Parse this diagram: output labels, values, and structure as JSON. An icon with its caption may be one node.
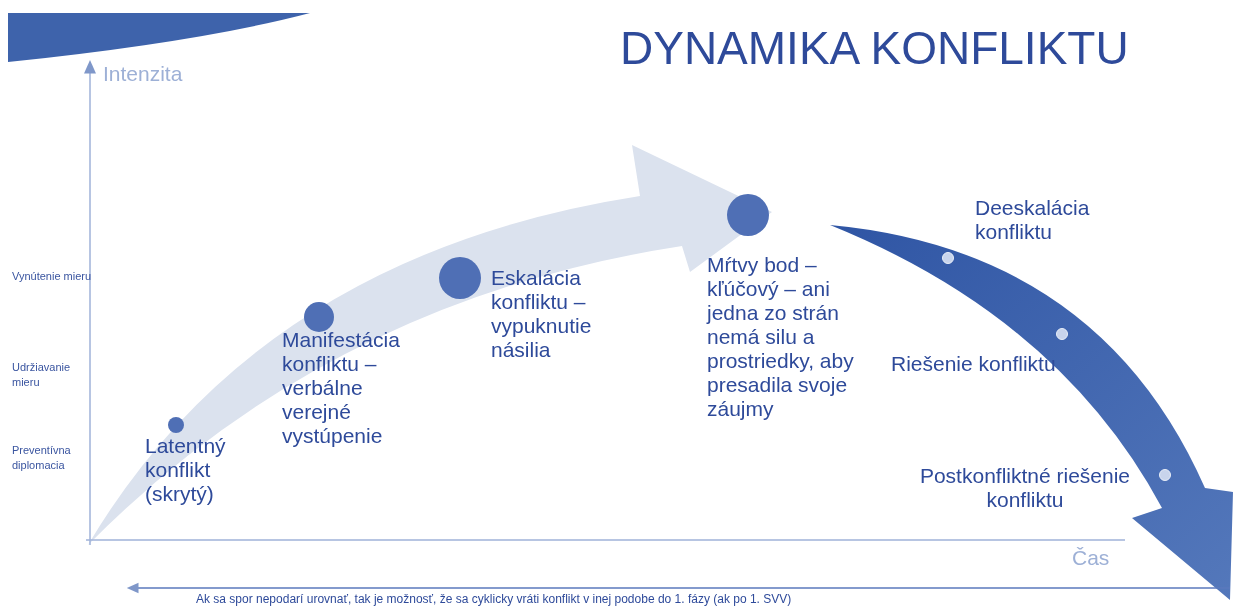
{
  "diagram": {
    "title": "DYNAMIKA KONFLIKTU",
    "nodes": [
      {
        "text": [],
        "shape": "circle",
        "beside": [
          "Latentný konflikt (skrytý)"
        ]
      },
      {
        "text": [],
        "shape": "circle",
        "beside": [
          "Manifestácia konfliktu – verbálne verejné vystúpenie"
        ]
      },
      {
        "text": [],
        "shape": "circle",
        "beside": [
          "Eskalácia konfliktu – vypuknutie násilia"
        ]
      },
      {
        "text": [],
        "shape": "circle",
        "beside": [
          "Mŕtvy bod – kľúčový – ani jedna zo strán nemá silu a prostriedky, aby presadila svoje záujmy"
        ]
      },
      {
        "text": [],
        "shape": "circle",
        "beside": [
          "Deeskalácia konfliktu"
        ]
      },
      {
        "text": [],
        "shape": "circle",
        "beside": [
          "Riešenie konfliktu"
        ]
      },
      {
        "text": [],
        "shape": "circle",
        "beside": [
          "Postkonfliktné riešenie konfliktu"
        ]
      }
    ],
    "labels": [
      "Intenzita",
      "Vynútenie mieru",
      "Udržiavanie mieru",
      "Preventívna diplomacia",
      "Čas",
      "Ak sa spor nepodarí urovnať, tak je možnosť, že sa cyklicky vráti konflikt v inej podobe do 1. fázy (ak po 1. SVV)"
    ]
  }
}
